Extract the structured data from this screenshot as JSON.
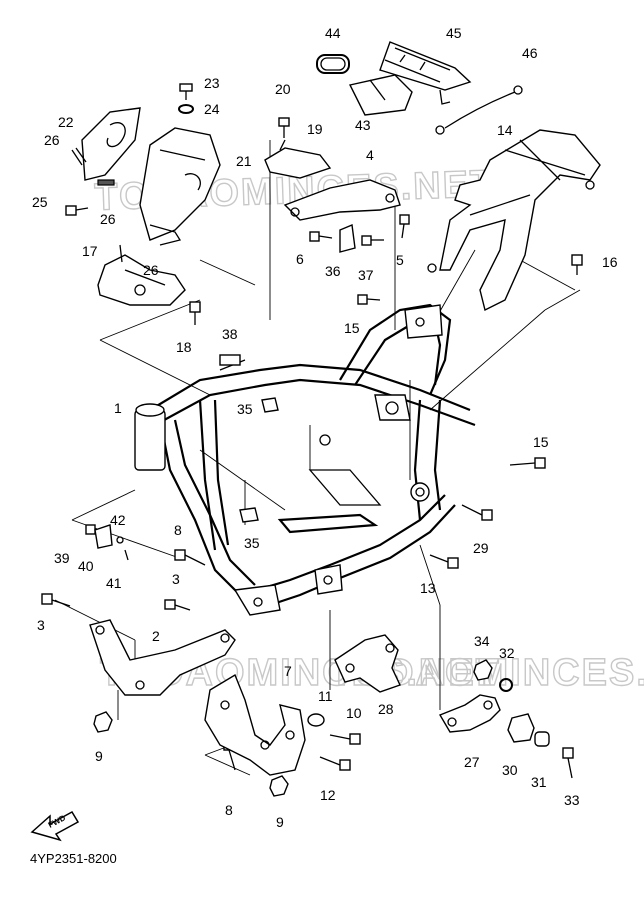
{
  "drawing_code": "4YP2351-8200",
  "fwd_label": "FWD",
  "watermarks": [
    "TODAOMINCES.NET",
    "TODAOMINCES.NET",
    "TODAOMINCES.NET"
  ],
  "callouts": [
    "44",
    "45",
    "46",
    "23",
    "24",
    "20",
    "43",
    "22",
    "26",
    "19",
    "14",
    "21",
    "4",
    "25",
    "26",
    "17",
    "26",
    "6",
    "36",
    "37",
    "5",
    "16",
    "15",
    "18",
    "38",
    "1",
    "35",
    "15",
    "42",
    "8",
    "39",
    "40",
    "41",
    "35",
    "29",
    "13",
    "3",
    "3",
    "2",
    "34",
    "32",
    "7",
    "11",
    "10",
    "28",
    "9",
    "27",
    "30",
    "31",
    "33",
    "8",
    "12",
    "9"
  ]
}
